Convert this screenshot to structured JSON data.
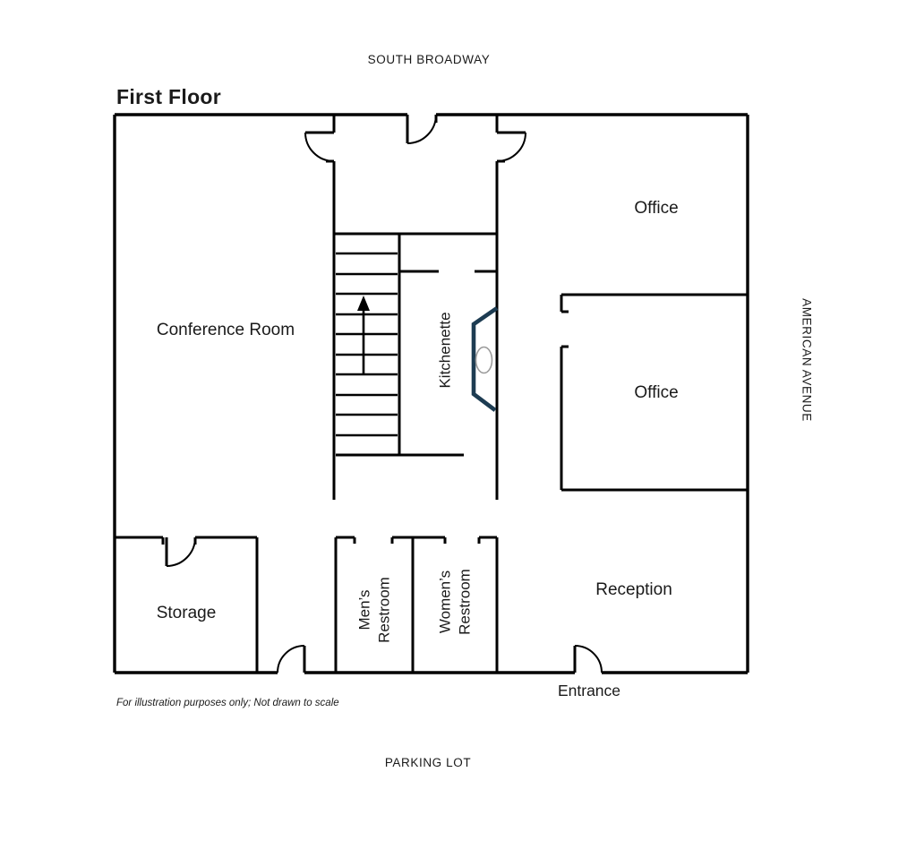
{
  "title": "First Floor",
  "streets": {
    "north": "SOUTH BROADWAY",
    "east": "AMERICAN AVENUE",
    "south": "PARKING LOT"
  },
  "rooms": {
    "conference": "Conference Room",
    "office_top": "Office",
    "office_middle": "Office",
    "kitchenette": "Kitchenette",
    "storage": "Storage",
    "reception": "Reception",
    "mens": {
      "line1": "Men’s",
      "line2": "Restroom"
    },
    "womens": {
      "line1": "Women’s",
      "line2": "Restroom"
    }
  },
  "labels": {
    "entrance": "Entrance",
    "disclaimer": "For illustration purposes only; Not drawn to scale"
  },
  "colors": {
    "wall": "#000000",
    "counter": "#1d3c52",
    "sink_outline": "#9a9a9a",
    "background": "#ffffff"
  }
}
